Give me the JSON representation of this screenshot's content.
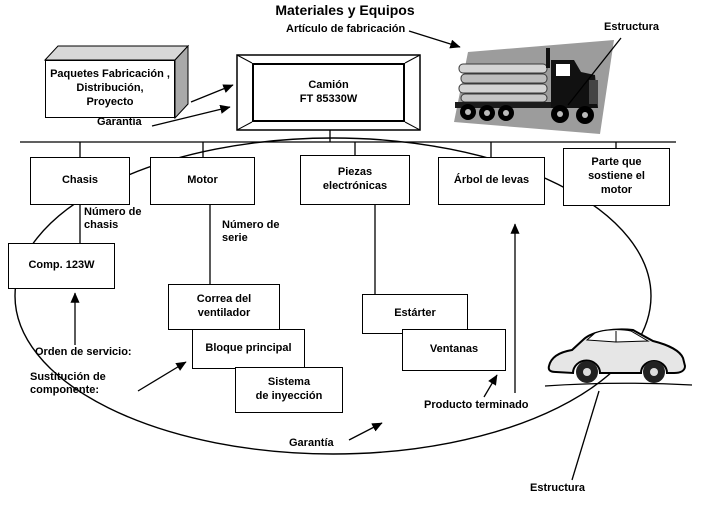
{
  "title": "Materiales y Equipos",
  "labels": {
    "articulo_fabricacion": "Artículo de fabricación",
    "estructura_top": "Estructura",
    "garantia_top": "Garantía",
    "numero_chasis": "Número de\nchasis",
    "numero_serie": "Número de\nserie",
    "orden_servicio": "Orden de servicio:",
    "sustitucion_componente": "Sustitución de\ncomponente:",
    "producto_terminado": "Producto terminado",
    "garantia_bottom": "Garantía",
    "estructura_bottom": "Estructura"
  },
  "boxes": {
    "paquetes": "Paquetes Fabricación ,\nDistribución,\nProyecto",
    "camion": "Camión\nFT 85330W",
    "chasis": "Chasis",
    "motor": "Motor",
    "piezas_electronicas": "Piezas\nelectrónicas",
    "arbol_de_levas": "Árbol de levas",
    "parte_sostiene_motor": "Parte que\nsostiene el\nmotor",
    "comp_123w": "Comp. 123W",
    "correa_ventilador": "Correa del\nventilador",
    "bloque_principal": "Bloque principal",
    "sistema_inyeccion": "Sistema\nde inyección",
    "estarter": "Estárter",
    "ventanas": "Ventanas"
  },
  "images": {
    "truck": "truck-clipart",
    "car": "car-clipart"
  },
  "colors": {
    "line": "#000000",
    "box_bg": "#ffffff",
    "gray_face": "#a9a9a9"
  }
}
